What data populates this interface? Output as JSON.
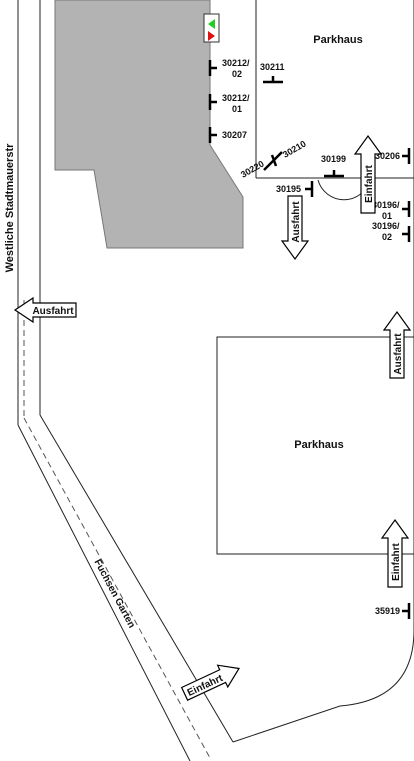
{
  "streets": {
    "west": "Westliche Stadtmauerstr",
    "fuchsen": "Fuchsen Garten"
  },
  "garages": {
    "north": "Parkhaus",
    "south": "Parkhaus"
  },
  "directions": {
    "ausfahrt_west": "Ausfahrt",
    "ausfahrt_center": "Ausfahrt",
    "einfahrt_center": "Einfahrt",
    "ausfahrt_east": "Ausfahrt",
    "einfahrt_east": "Einfahrt",
    "einfahrt_south": "Einfahrt"
  },
  "detectors": {
    "d30212_02_a": "30212/",
    "d30212_02_b": "02",
    "d30212_01_a": "30212/",
    "d30212_01_b": "01",
    "d30207": "30207",
    "d30211": "30211",
    "d30220": "30220",
    "d30210": "30210",
    "d30199": "30199",
    "d30195": "30195",
    "d30206": "30206",
    "d30196_01_a": "30196/",
    "d30196_01_b": "01",
    "d30196_02_a": "30196/",
    "d30196_02_b": "02",
    "d35919": "35919"
  },
  "colors": {
    "building": "#b3b3b3",
    "signal_green": "#22cc22",
    "signal_red": "#dd1111"
  }
}
